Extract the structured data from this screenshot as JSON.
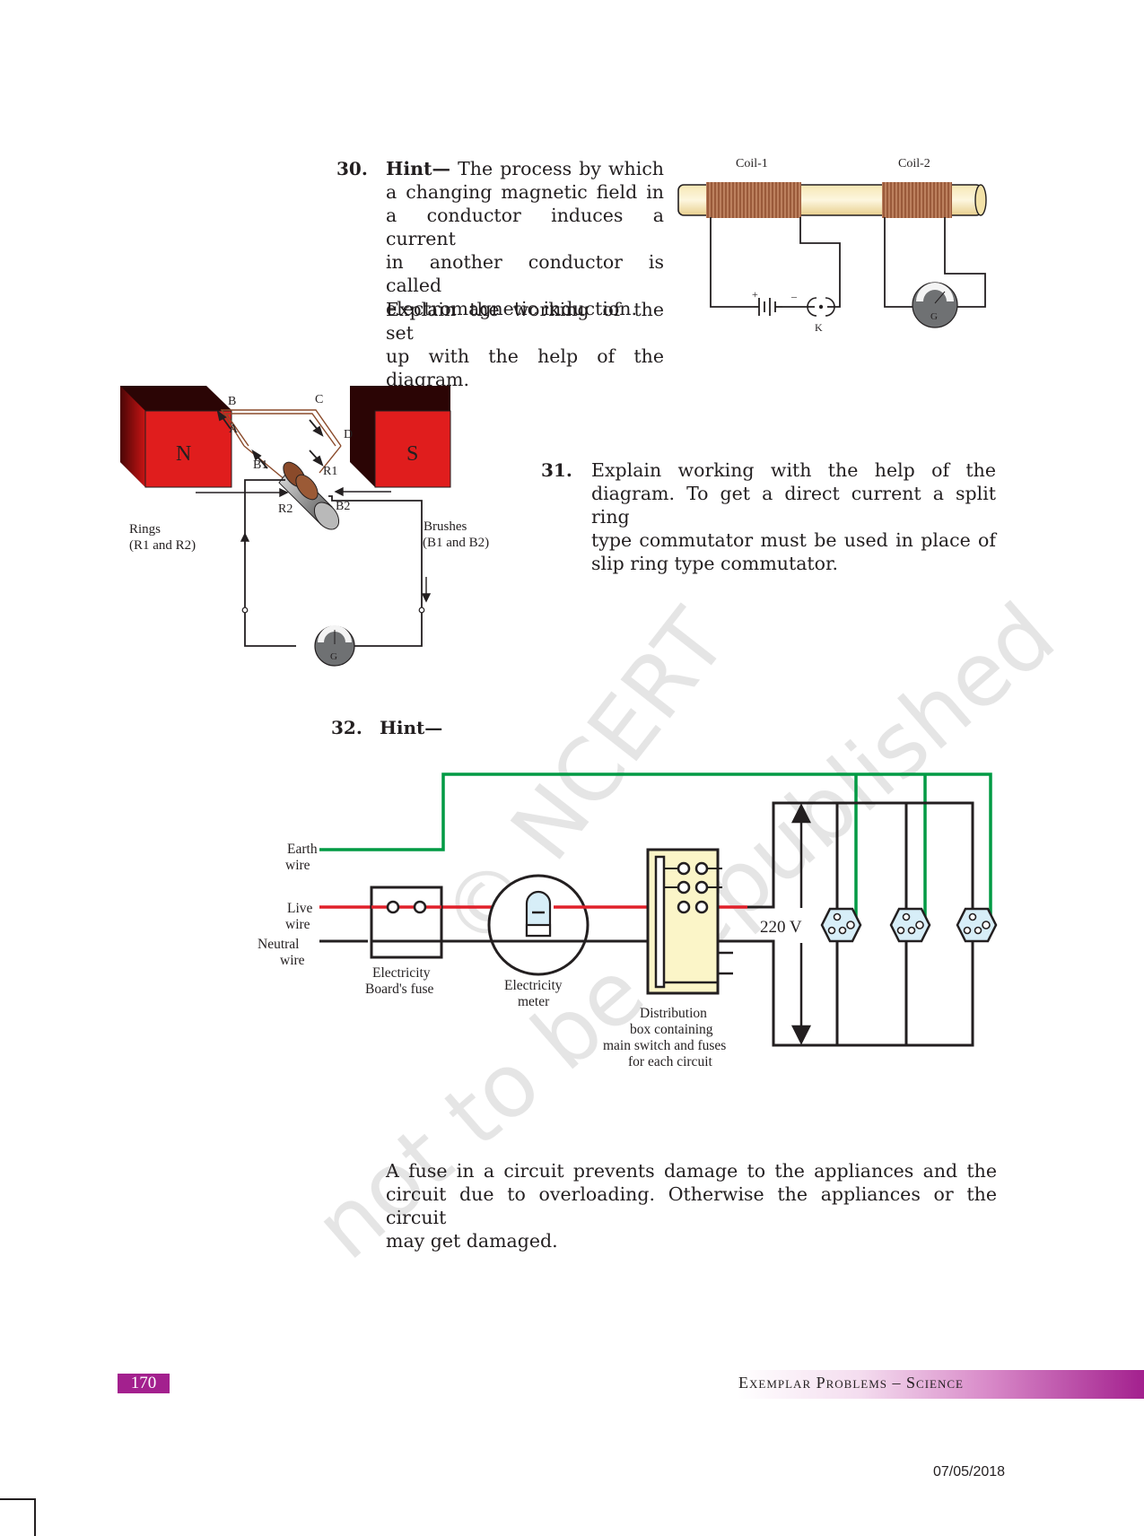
{
  "q30": {
    "number": "30.",
    "hint_label": "Hint—",
    "hint_lines": [
      " The process by which",
      "a changing magnetic field in",
      "a conductor induces a current",
      "in another conductor is called",
      "electromagnetic induction."
    ],
    "explain_lines": [
      "Explain the working of the set",
      "up with the help of the",
      "diagram."
    ],
    "diagram": {
      "coil1": "Coil-1",
      "coil2": "Coil-2",
      "key": "K",
      "plus": "+",
      "minus": "–",
      "galvanometer": "G"
    }
  },
  "q31": {
    "number": "31.",
    "lines": [
      "Explain working with the help of the",
      "diagram. To get a direct current a split ring",
      "type commutator must be used in place of",
      "slip ring type commutator."
    ],
    "diagram": {
      "north": "N",
      "south": "S",
      "A": "A",
      "B": "B",
      "C": "C",
      "D": "D",
      "B1": "B1",
      "R1": "R1",
      "R2": "R2",
      "B2": "B2",
      "rings_line1": "Rings",
      "rings_line2": "(R1 and R2)",
      "brushes_line1": "Brushes",
      "brushes_line2": "(B1 and B2)",
      "galvanometer": "G"
    }
  },
  "q32": {
    "number": "32.",
    "hint_label": "Hint—",
    "diagram": {
      "earth": [
        "Earth",
        "wire"
      ],
      "live": [
        "Live",
        "wire"
      ],
      "neutral": [
        "Neutral",
        "wire"
      ],
      "fuse": [
        "Electricity",
        "Board's fuse"
      ],
      "meter": [
        "Electricity",
        "meter"
      ],
      "distribution": [
        "Distribution",
        "box containing",
        "main switch and fuses",
        "for each circuit"
      ],
      "voltage": "220 V",
      "colors": {
        "earth": "#009a44",
        "live": "#e0202a",
        "neutral": "#231f20",
        "panel": "#fbf5c8",
        "socket": "#d7eef8"
      }
    },
    "fuse_note_lines": [
      "A fuse in a circuit prevents damage to the appliances and the",
      "circuit due to overloading. Otherwise the appliances or the circuit",
      "may get damaged."
    ]
  },
  "watermark": {
    "line1": "© NCERT",
    "line2": "not to be republished"
  },
  "footer": {
    "page_number": "170",
    "title": "Exemplar Problems – Science",
    "date": "07/05/2018"
  }
}
